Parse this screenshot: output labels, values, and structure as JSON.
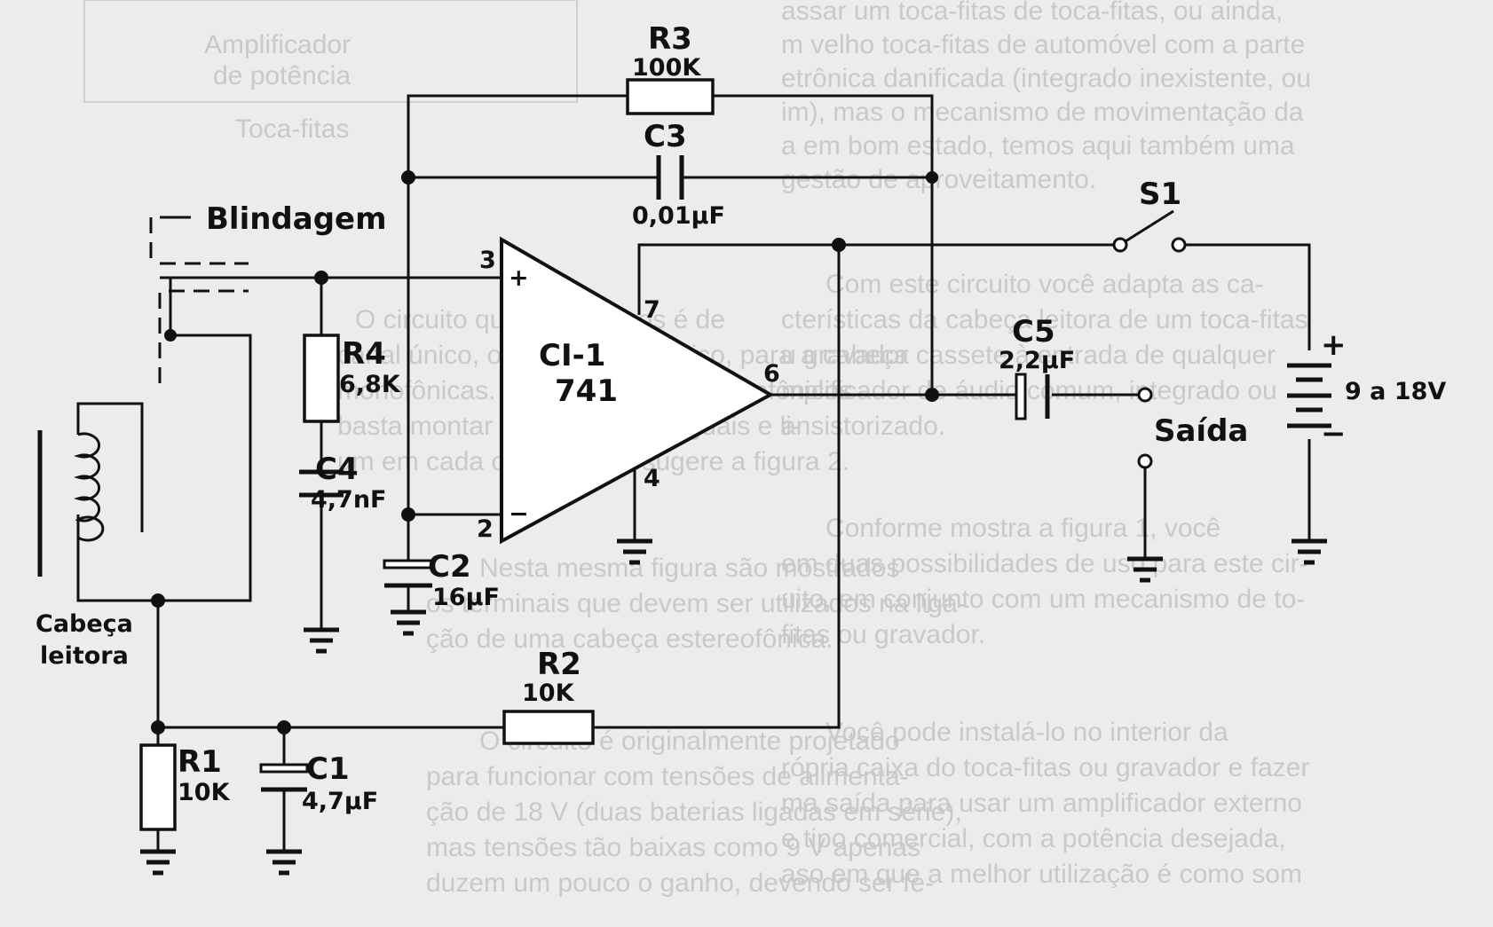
{
  "background_text": {
    "top_left": [
      "Amplificador",
      "de potência",
      "Toca-fitas"
    ],
    "right": [
      "assar um toca-fitas de toca-fitas, ou ainda,",
      "m velho toca-fitas de automóvel com a parte",
      "etrônica danificada (integrado inexistente, ou",
      "im), mas o mecanismo de movimentação da",
      "a em bom estado, temos aqui também uma",
      "gestão de aproveitamento.",
      "",
      "Com este circuito você adapta as ca-",
      "cterísticas da cabeça leitora de um toca-fitas",
      "u gravador cassete à entrada de qualquer",
      "mplificador de áudio comum, integrado ou",
      "ansistorizado.",
      "",
      "Conforme mostra a figura 1, você",
      "em duas possibilidades de uso para este cir-",
      "uito, em conjunto com um mecanismo de to-",
      "fitas ou gravador.",
      "",
      "Você pode instalá-lo no interior da",
      "rópria caixa do toca-fitas ou gravador e fazer",
      "ma saída para usar um amplificador externo",
      "e tipo comercial, com a potência desejada,",
      "aso em que a melhor utilização é como som"
    ],
    "middle": [
      "O circuito que fornecemos é de",
      "canal único, ou seja, monofônico, para a cabeça",
      "monofônicas. Para sistemas estereofônicos",
      "basta montar duas unidades iguais e li-",
      "um em cada canal, como sugere a figura 2.",
      "Nesta mesma figura são mostrados",
      "os terminais que devem ser utilizados na liga-",
      "ção de uma cabeça estereofônica.",
      "O circuito é originalmente projetado",
      "para funcionar com tensões de alimenta-",
      "ção de 18 V (duas baterias ligadas em série),",
      "mas tensões tão baixas como 9 V apenas",
      "duzem um pouco o ganho, devendo ser fe-"
    ]
  },
  "labels": {
    "blindagem": "Blindagem",
    "cabeca_leitora": [
      "Cabeça",
      "leitora"
    ],
    "r3": {
      "name": "R3",
      "value": "100K"
    },
    "c3": {
      "name": "C3",
      "value": "0,01µF"
    },
    "r4": {
      "name": "R4",
      "value": "6,8K"
    },
    "c4": {
      "name": "C4",
      "value": "4,7nF"
    },
    "c2": {
      "name": "C2",
      "value": "16µF"
    },
    "r2": {
      "name": "R2",
      "value": "10K"
    },
    "r1": {
      "name": "R1",
      "value": "10K"
    },
    "c1": {
      "name": "C1",
      "value": "4,7µF"
    },
    "c5": {
      "name": "C5",
      "value": "2,2µF"
    },
    "s1": "S1",
    "battery": "9 a 18V",
    "saida": "Saída",
    "ic": {
      "name": "CI-1",
      "part": "741"
    },
    "pins": {
      "p3": "3",
      "p2": "2",
      "p6": "6",
      "p7": "7",
      "p4": "4"
    },
    "plus": "+",
    "minus": "−",
    "batt_plus": "+",
    "batt_minus": "−"
  },
  "colors": {
    "ink": "#111111",
    "paper": "#ececeb",
    "ghost_text": "#c9c9c9"
  }
}
